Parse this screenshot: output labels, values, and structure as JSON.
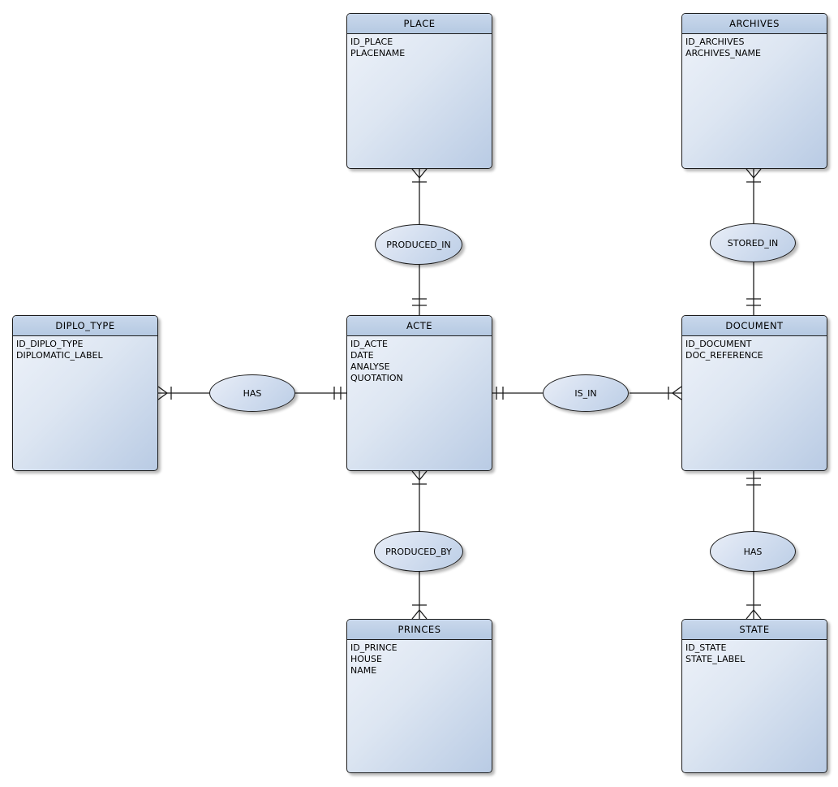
{
  "diagram": {
    "type": "entity-relationship",
    "background_color": "#ffffff",
    "entity_header_color": "#b9cde7",
    "entity_body_gradient": [
      "#eff3fa",
      "#b9cbe4"
    ],
    "relationship_fill_gradient": [
      "#e9eef7",
      "#bccee6"
    ],
    "border_color": "#1c1c1c"
  },
  "entities": [
    {
      "name": "PLACE",
      "attributes": [
        "ID_PLACE",
        "PLACENAME"
      ]
    },
    {
      "name": "ARCHIVES",
      "attributes": [
        "ID_ARCHIVES",
        "ARCHIVES_NAME"
      ]
    },
    {
      "name": "DIPLO_TYPE",
      "attributes": [
        "ID_DIPLO_TYPE",
        "DIPLOMATIC_LABEL"
      ]
    },
    {
      "name": "ACTE",
      "attributes": [
        "ID_ACTE",
        "DATE",
        "ANALYSE",
        "QUOTATION"
      ]
    },
    {
      "name": "DOCUMENT",
      "attributes": [
        "ID_DOCUMENT",
        "DOC_REFERENCE"
      ]
    },
    {
      "name": "PRINCES",
      "attributes": [
        "ID_PRINCE",
        "HOUSE",
        "NAME"
      ]
    },
    {
      "name": "STATE",
      "attributes": [
        "ID_STATE",
        "STATE_LABEL"
      ]
    }
  ],
  "relationships": [
    {
      "label": "PRODUCED_IN",
      "from": "PLACE",
      "to": "ACTE",
      "from_cardinality": "one-or-many",
      "to_cardinality": "one-and-only-one"
    },
    {
      "label": "STORED_IN",
      "from": "ARCHIVES",
      "to": "DOCUMENT",
      "from_cardinality": "one-or-many",
      "to_cardinality": "one-and-only-one"
    },
    {
      "label": "HAS",
      "from": "DIPLO_TYPE",
      "to": "ACTE",
      "from_cardinality": "one-or-many",
      "to_cardinality": "one-and-only-one"
    },
    {
      "label": "IS_IN",
      "from": "ACTE",
      "to": "DOCUMENT",
      "from_cardinality": "one-and-only-one",
      "to_cardinality": "one-or-many"
    },
    {
      "label": "PRODUCED_BY",
      "from": "ACTE",
      "to": "PRINCES",
      "from_cardinality": "one-or-many",
      "to_cardinality": "one-or-many"
    },
    {
      "label": "HAS",
      "from": "DOCUMENT",
      "to": "STATE",
      "from_cardinality": "one-and-only-one",
      "to_cardinality": "one-or-many"
    }
  ]
}
